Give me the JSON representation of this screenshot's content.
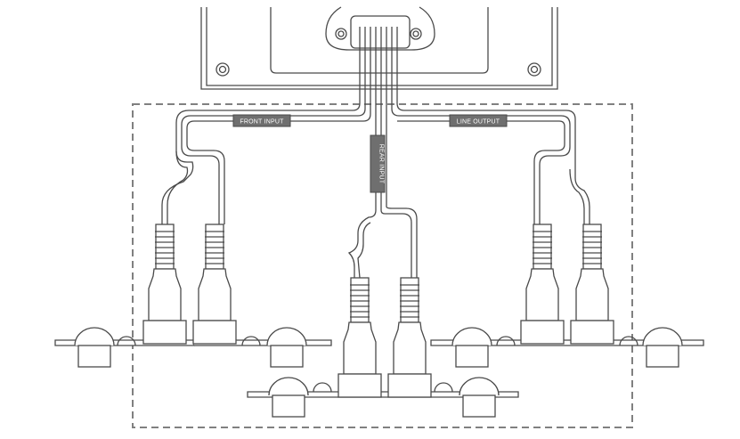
{
  "labels": {
    "front_input": "FRONT INPUT",
    "rear_input": "REAR INPUT",
    "line_output": "LINE OUTPUT"
  },
  "colors": {
    "line": "#4a4a4a",
    "label_fill": "#6f6f6f",
    "label_text": "#ffffff",
    "dashed_box": "#808080"
  }
}
